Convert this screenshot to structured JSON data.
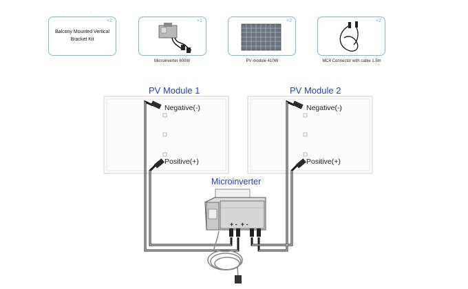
{
  "kit": {
    "items": [
      {
        "text_line1": "Balcony Mounted Vertical",
        "text_line2": "Bracket Kit",
        "qty": "×2",
        "caption": "",
        "icon": "bracket-text"
      },
      {
        "qty": "×1",
        "caption": "Microinverter 600W",
        "icon": "microinverter-icon"
      },
      {
        "qty": "×2",
        "caption": "PV module 410W",
        "icon": "solar-panel-icon"
      },
      {
        "qty": "×2",
        "caption": "MC4 Connector with cable 1.5m",
        "icon": "cable-icon"
      }
    ]
  },
  "diagram": {
    "module1_title": "PV Module 1",
    "module2_title": "PV Module 2",
    "negative_label": "Negative(-)",
    "positive_label": "Positive(+)",
    "microinverter_title": "Microinverter",
    "terminals": "+ -  + -",
    "colors": {
      "title": "#1e3fc4",
      "card_border": "#7ab8dc",
      "qty": "#62b6c6",
      "wire": "#1a1a1a"
    }
  }
}
